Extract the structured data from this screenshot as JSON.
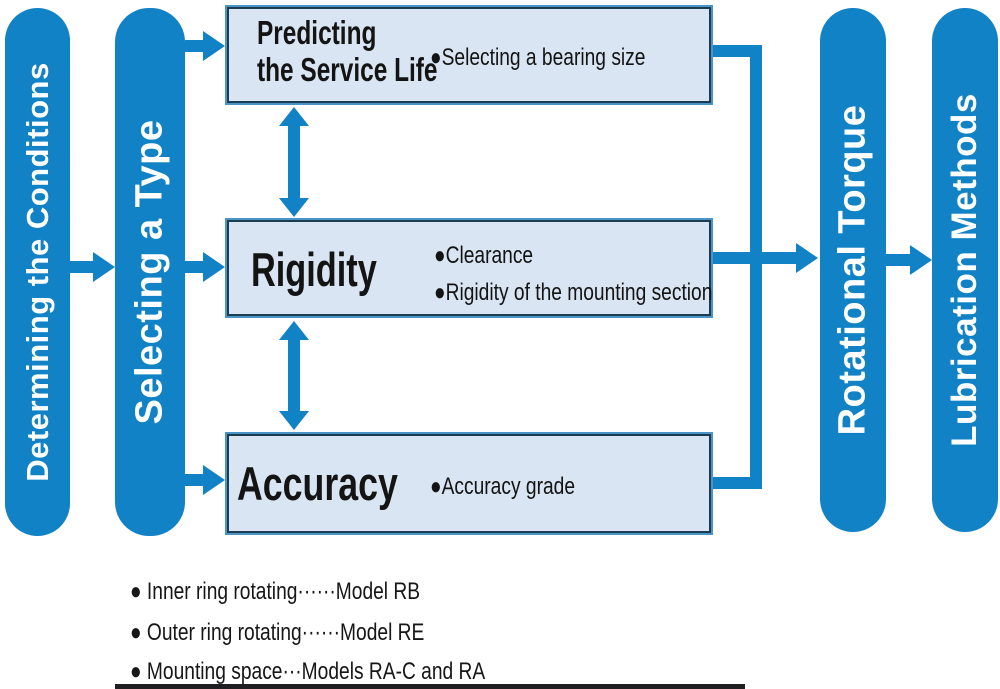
{
  "diagram": {
    "title_context": "Bearing selection process flow",
    "pills": [
      {
        "id": "determining-conditions",
        "label": "Determining the Conditions"
      },
      {
        "id": "selecting-a-type",
        "label": "Selecting a Type"
      },
      {
        "id": "rotational-torque",
        "label": "Rotational Torque"
      },
      {
        "id": "lubrication-methods",
        "label": "Lubrication Methods"
      }
    ],
    "boxes": [
      {
        "id": "predicting-service-life",
        "title_line1": "Predicting",
        "title_line2": "the Service Life",
        "bullets": [
          "●Selecting a bearing size"
        ]
      },
      {
        "id": "rigidity",
        "title_line1": "Rigidity",
        "bullets": [
          "●Clearance",
          "●Rigidity of the mounting section"
        ]
      },
      {
        "id": "accuracy",
        "title_line1": "Accuracy",
        "bullets": [
          "●Accuracy grade"
        ]
      }
    ],
    "notes": [
      {
        "text": "● Inner ring rotating······Model RB"
      },
      {
        "text": "● Outer ring rotating······Model RE"
      },
      {
        "text": "● Mounting space···Models RA-C and RA"
      }
    ],
    "colors": {
      "accent_blue": "#1182c5",
      "box_fill": "#d9e5f2",
      "box_border_outer": "#4a94c8",
      "box_border_inner": "#1c3c52",
      "pill_text": "#ffffff",
      "body_text": "#141414",
      "bottom_bar": "#1f1f21"
    }
  }
}
